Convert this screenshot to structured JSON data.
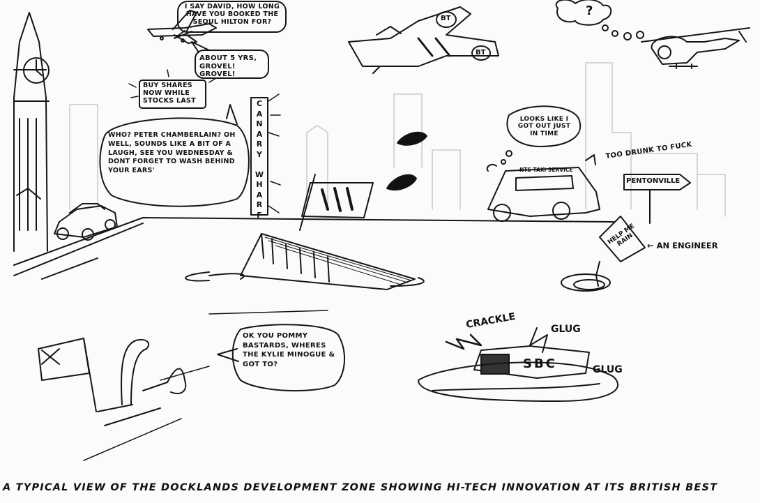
{
  "speech": {
    "plane": "I say David, how long have you booked the Seoul Hilton for?",
    "reply": "About 5 yrs, grovel! grovel!",
    "shares": "Buy shares now while stocks last",
    "chamberlain": "Who? Peter Chamberlain? Oh well, sounds like a bit of a laugh, see you Wednesday & dont forget to wash behind your ears'",
    "taxi": "Looks like I got out just in time",
    "drunk": "Too drunk to fuck",
    "kylie": "OK you Pommy bastards, wheres the Kylie Minogue & got to?",
    "thought": "?"
  },
  "labels": {
    "canary_wharf": "CANARY WHARF",
    "taxi_service": "NTS TAXI SERVICE",
    "pentonville": "PENTONVILLE",
    "help_sign": "HELP ME RAIN",
    "engineer": "← AN ENGINEER",
    "crackle": "CRACKLE",
    "glug1": "GLUG",
    "glug2": "GLUG",
    "sbc": "SBC",
    "bt1": "BT",
    "bt2": "BT",
    "caption": "A typical view of the Docklands development zone showing hi-tech innovation at its British best"
  }
}
